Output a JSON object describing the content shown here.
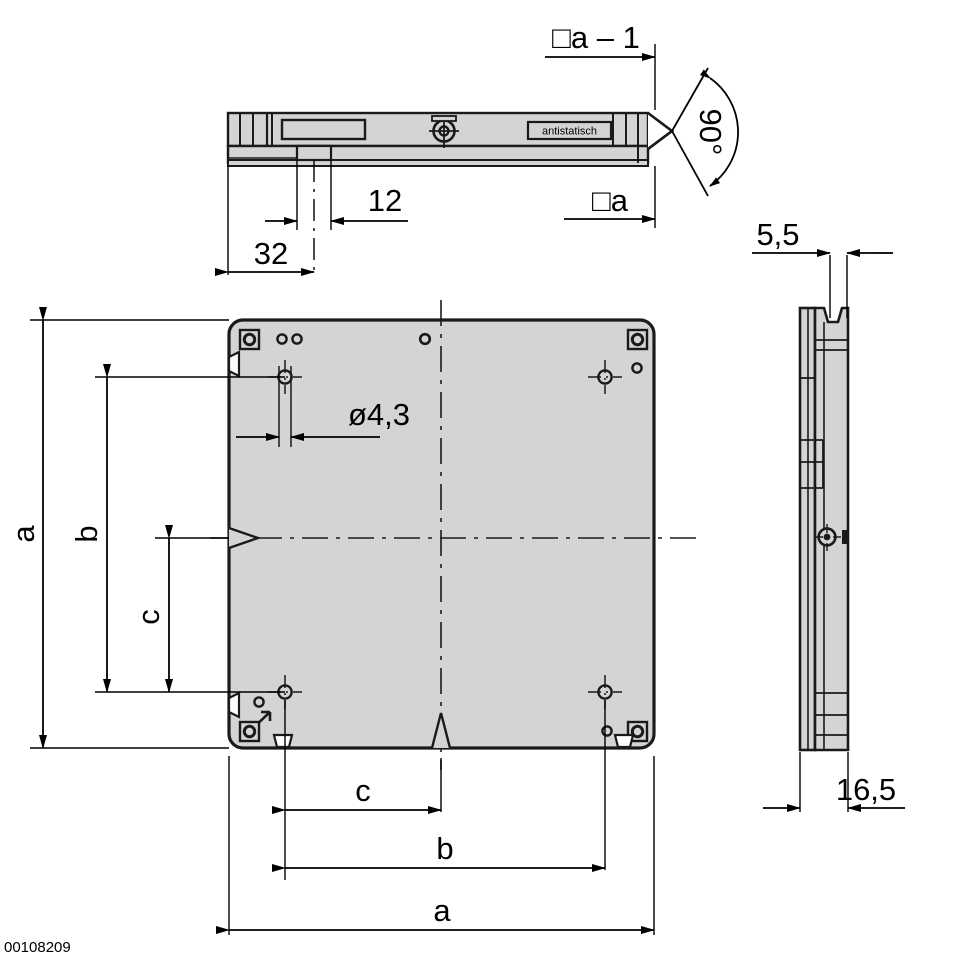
{
  "drawing": {
    "number": "00108209",
    "title": "Technical drawing - square plate with antistatic label",
    "fill_color": "#d4d4d4",
    "line_color": "#1a1a1a",
    "background": "#ffffff"
  },
  "views": {
    "top": {
      "name": "top-view",
      "label_text": "antistatisch"
    },
    "front": {
      "name": "front-view"
    },
    "side": {
      "name": "side-view"
    }
  },
  "dimensions": {
    "top_view": [
      {
        "id": "a-minus-1",
        "text": "□a – 1"
      },
      {
        "id": "angle-90",
        "text": "90°"
      },
      {
        "id": "square-a",
        "text": "□a"
      },
      {
        "id": "d12",
        "text": "12"
      },
      {
        "id": "d32",
        "text": "32"
      }
    ],
    "front_view": [
      {
        "id": "hole-dia",
        "text": "ø4,3"
      },
      {
        "id": "vert-a",
        "text": "a"
      },
      {
        "id": "vert-b",
        "text": "b"
      },
      {
        "id": "vert-c",
        "text": "c"
      },
      {
        "id": "horiz-c",
        "text": "c"
      },
      {
        "id": "horiz-b",
        "text": "b"
      },
      {
        "id": "horiz-a",
        "text": "a"
      }
    ],
    "side_view": [
      {
        "id": "d5-5",
        "text": "5,5"
      },
      {
        "id": "d16-5",
        "text": "16,5"
      }
    ]
  }
}
